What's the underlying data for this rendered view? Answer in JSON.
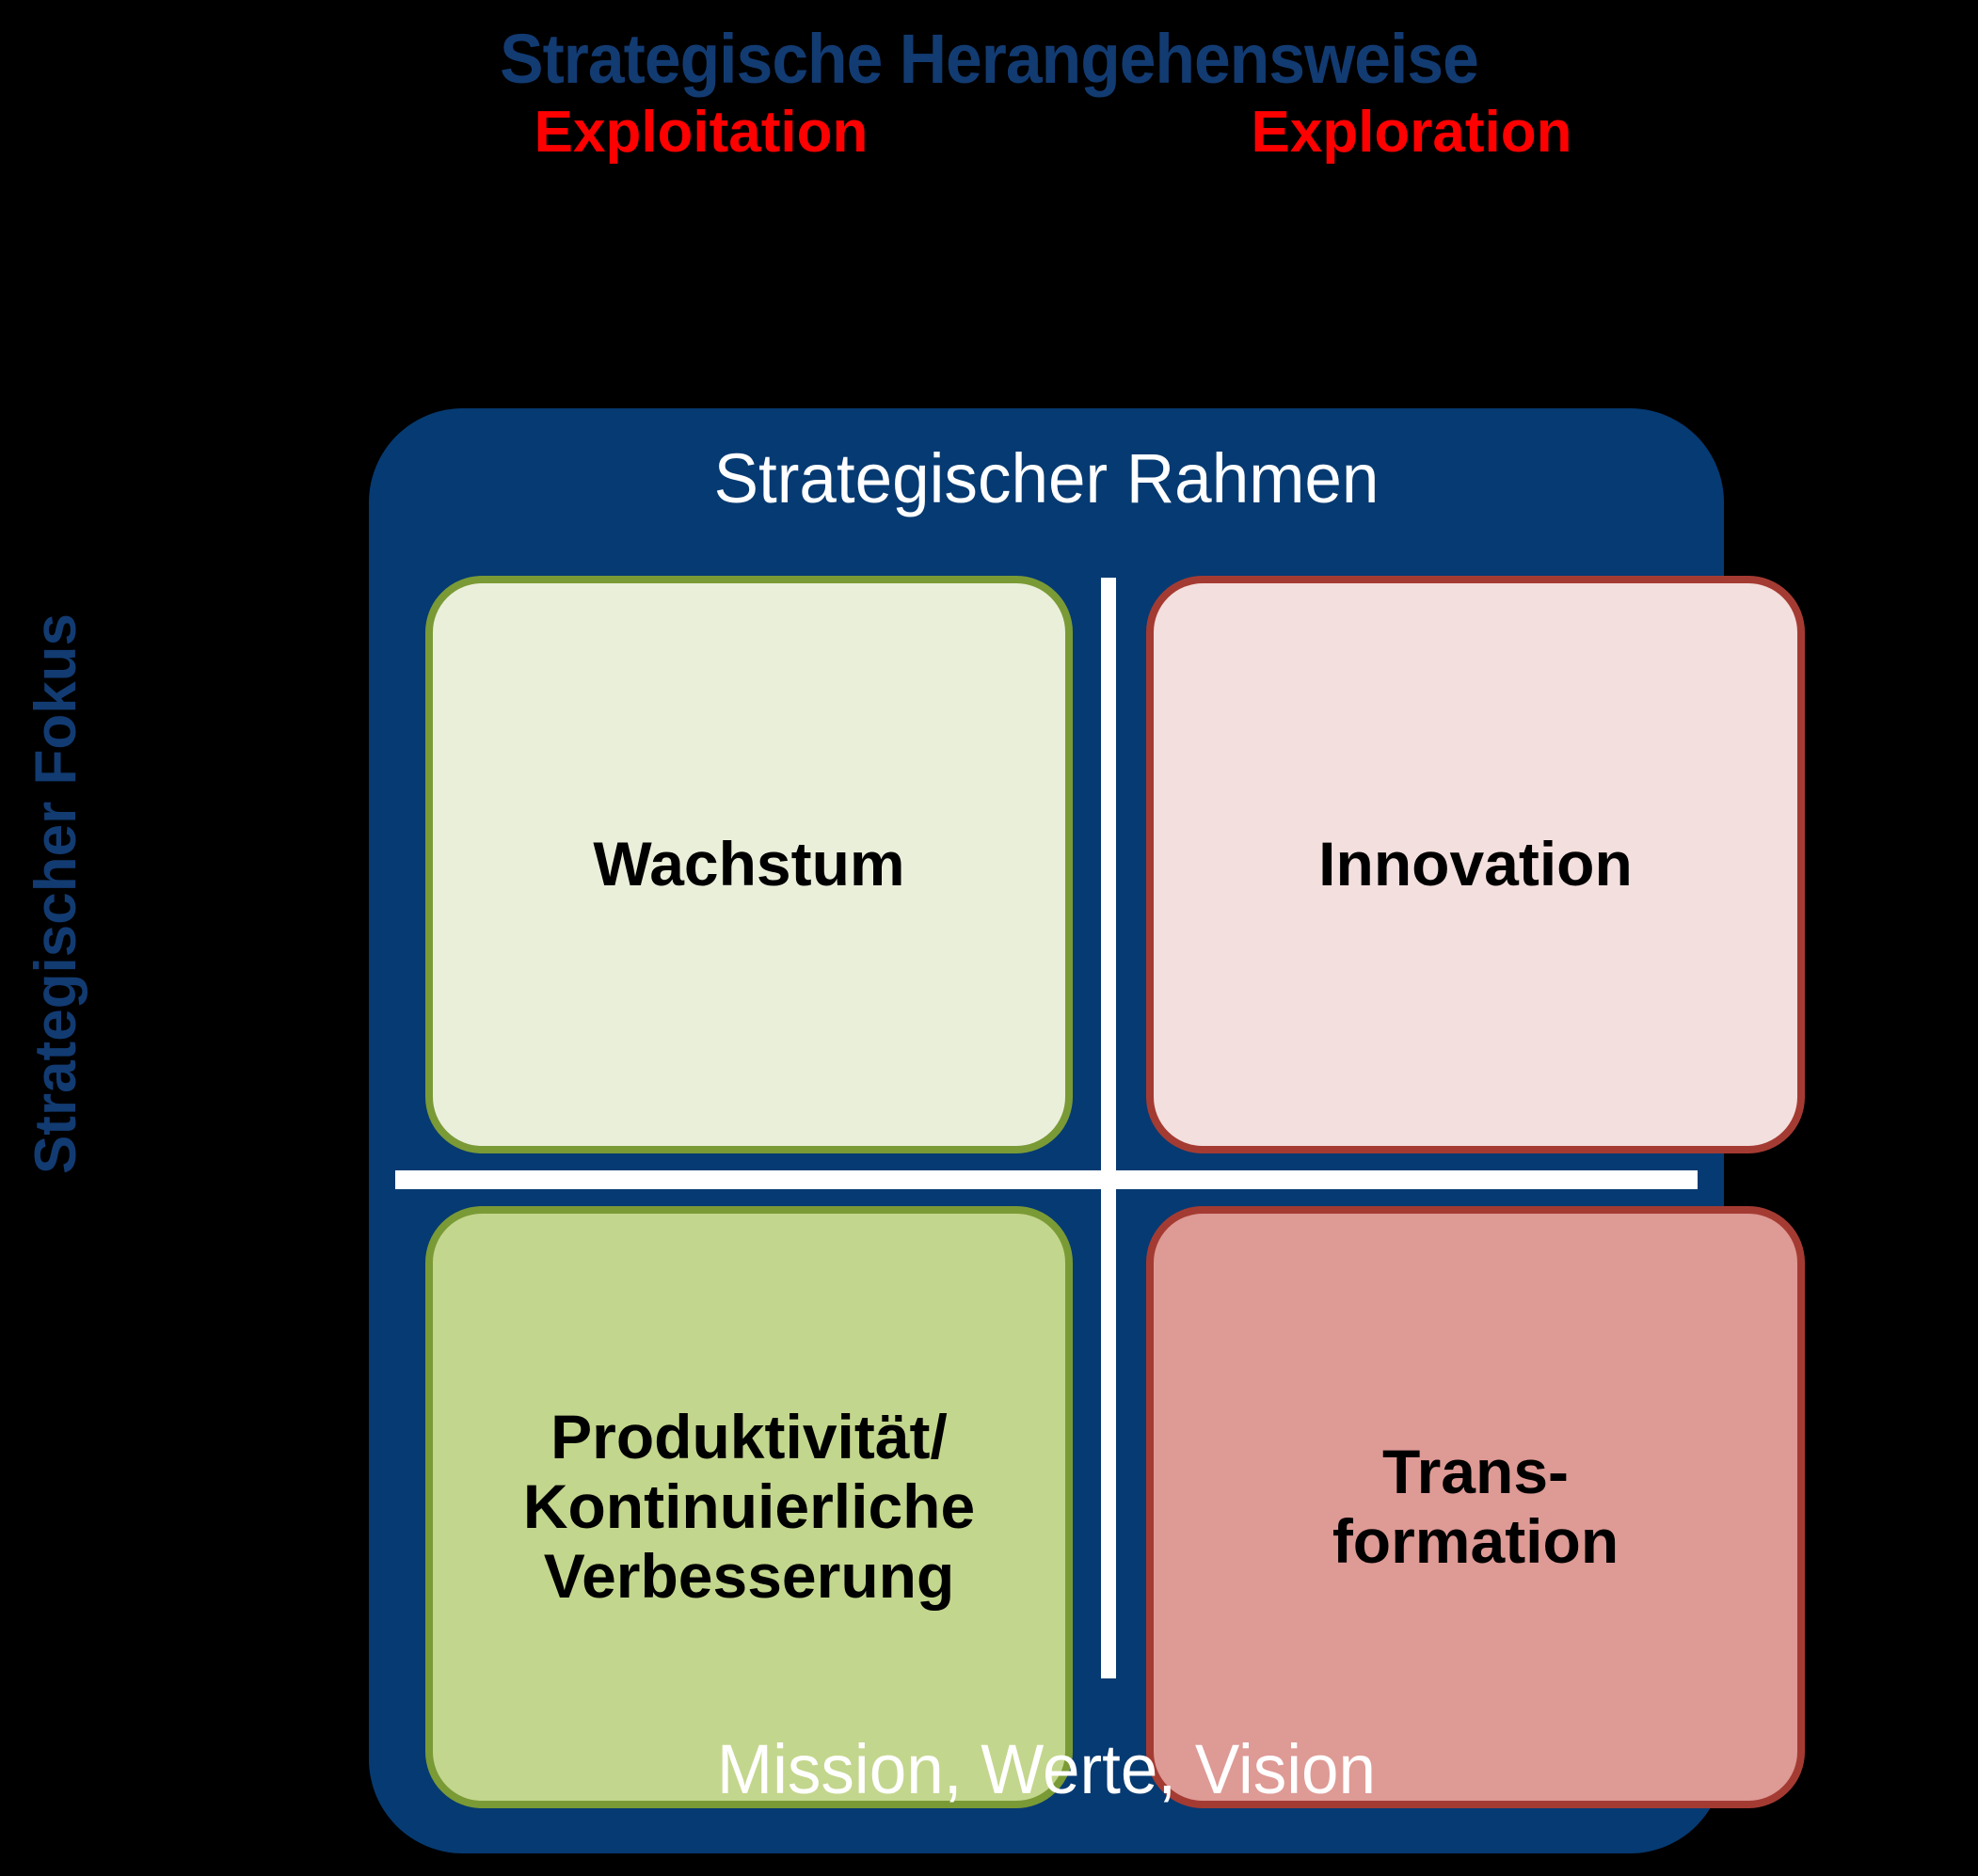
{
  "axes": {
    "top_title": "Strategische Herangehensweise",
    "top_labels": {
      "left": "Exploitation",
      "right": "Exploration"
    },
    "left_title": "Strategischer Fokus"
  },
  "frame": {
    "header": "Strategischer Rahmen",
    "footer": "Mission, Werte, Vision"
  },
  "quadrants": {
    "top_left": {
      "label": "Wachstum"
    },
    "top_right": {
      "label": "Innovation"
    },
    "bottom_left": {
      "label": "Produktivität/\nKontinuierliche\nVerbesserung"
    },
    "bottom_right": {
      "label": "Trans-\nformation"
    }
  },
  "colors": {
    "background": "#000000",
    "frame_blue": "#063A72",
    "title_blue": "#123B72",
    "label_red": "#FF0000",
    "divider_white": "#FFFFFF",
    "top_left_fill": "#EAEFDA",
    "top_left_border": "#7A9A36",
    "top_right_fill": "#F3DFDD",
    "top_right_border": "#A43B33",
    "bottom_left_fill": "#C3D68D",
    "bottom_left_border": "#7A9A36",
    "bottom_right_fill": "#DE9A95",
    "bottom_right_border": "#A43B33"
  }
}
